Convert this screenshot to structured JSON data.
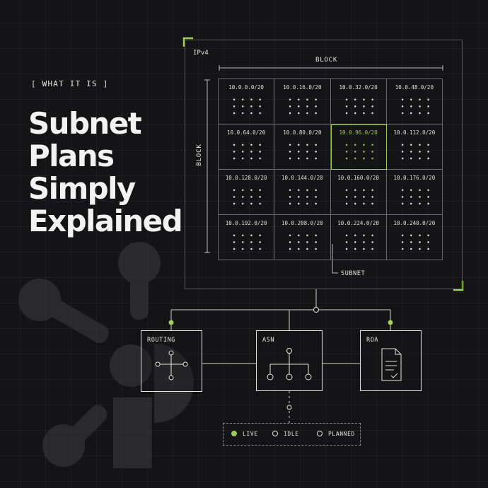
{
  "tag": "[ WHAT IT IS ]",
  "title_lines": [
    "Subnet",
    "Plans",
    "Simply",
    "Explained"
  ],
  "diagram": {
    "frame_label": "IPv4",
    "block_top": "BLOCK",
    "block_left": "BLOCK",
    "subnet_label": "SUBNET",
    "subnets": [
      "10.0.0.0/20",
      "10.0.16.0/20",
      "10.0.32.0/20",
      "10.0.48.0/20",
      "10.0.64.0/20",
      "10.0.80.0/20",
      "10.0.96.0/20",
      "10.0.112.0/20",
      "10.0.128.0/20",
      "10.0.144.0/20",
      "10.0.160.0/20",
      "10.0.176.0/20",
      "10.0.192.0/20",
      "10.0.208.0/20",
      "10.0.224.0/20",
      "10.0.240.0/20"
    ],
    "highlighted_subnet": "10.0.96.0/20",
    "boxes": {
      "routing": "ROUTING",
      "asn": "ASN",
      "roa": "ROA"
    },
    "legend": {
      "live": "LIVE",
      "idle": "IDLE",
      "planned": "PLANNED"
    }
  },
  "colors": {
    "background": "#141416",
    "accent": "#9ccc53",
    "text": "#f2f2f2",
    "decor": "#3c3c3f"
  },
  "icons": [
    "routing-cross-icon",
    "org-tree-icon",
    "document-check-icon"
  ]
}
